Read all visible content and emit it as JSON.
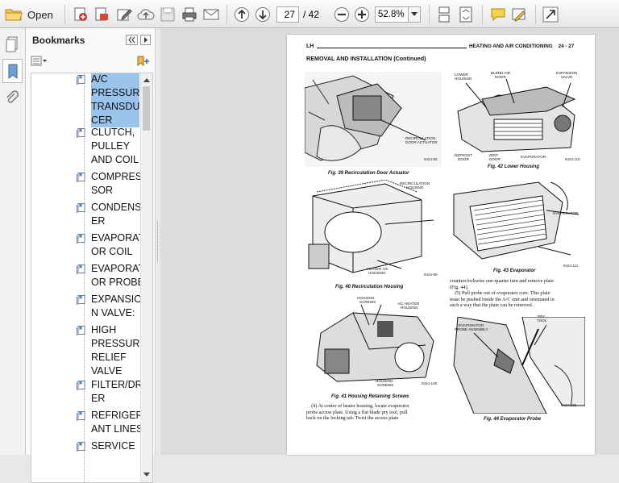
{
  "toolbar": {
    "open_label": "Open",
    "page_current": "27",
    "page_total": "/ 42",
    "zoom_value": "52.8%"
  },
  "bookmarks": {
    "title": "Bookmarks",
    "items": [
      {
        "label": "A/C PRESSURE TRANSDUCER",
        "lines": [
          "A/C",
          "PRESSURE",
          "TRANSDU",
          "CER"
        ],
        "selected": true
      },
      {
        "label": "CLUTCH, PULLEY AND COIL",
        "lines": [
          "CLUTCH,",
          "PULLEY",
          "AND COIL"
        ]
      },
      {
        "label": "COMPRESSOR",
        "lines": [
          "COMPRES",
          "SOR"
        ]
      },
      {
        "label": "CONDENSER",
        "lines": [
          "CONDENS",
          "ER"
        ]
      },
      {
        "label": "EVAPORATOR COIL",
        "lines": [
          "EVAPORAT",
          "OR COIL"
        ]
      },
      {
        "label": "EVAPORATOR PROBE",
        "lines": [
          "EVAPORAT",
          "OR PROBE"
        ]
      },
      {
        "label": "EXPANSION VALVE:",
        "lines": [
          "EXPANSIO",
          "N VALVE:"
        ]
      },
      {
        "label": "HIGH PRESSURE RELIEF VALVE",
        "lines": [
          "HIGH",
          "PRESSURE",
          "RELIEF",
          "VALVE"
        ]
      },
      {
        "label": "FILTER/DRIER",
        "lines": [
          "FILTER/DRI",
          "ER"
        ]
      },
      {
        "label": "REFRIGERANT LINES",
        "lines": [
          "REFRIGER",
          "ANT LINES"
        ]
      },
      {
        "label": "SERVICE",
        "lines": [
          "SERVICE"
        ]
      }
    ]
  },
  "document": {
    "header_left": "LH",
    "header_right": "HEATING AND AIR CONDITIONING    24 - 27",
    "section_title": "REMOVAL AND INSTALLATION (Continued)",
    "figures": {
      "fig39": {
        "caption": "Fig. 39 Recirculation Door Actuator",
        "labels": [
          "RECIRCULATION",
          "DOOR ACTUATOR"
        ],
        "number": "9424-93"
      },
      "fig40": {
        "caption": "Fig. 40 Recirculation Housing",
        "labels": [
          "RECIRCULATION",
          "HOUSING",
          "HEATER A/C",
          "HOUSING"
        ],
        "number": "9424-99"
      },
      "fig41": {
        "caption": "Fig. 41 Housing Retaining Screws",
        "labels": [
          "HOUSING",
          "SCREWS",
          "A/C HEATER",
          "HOUSING",
          "HOUSING",
          "SCREWS"
        ],
        "number": "9424-109"
      },
      "fig42": {
        "caption": "Fig. 42 Lower Housing",
        "labels": [
          "LOWER",
          "HOUSING",
          "BLEND AIR",
          "DOOR",
          "EXPANSION",
          "VALVE",
          "DEFROST",
          "DOOR",
          "VENT",
          "DOOR",
          "EVAPORATOR"
        ],
        "number": "9424-110"
      },
      "fig43": {
        "caption": "Fig. 43 Evaporator",
        "labels": [
          "EVAPORATOR"
        ],
        "number": "9424-111"
      },
      "fig44": {
        "caption": "Fig. 44 Evaporator Probe",
        "labels": [
          "EVAPORATOR",
          "PROBE ASSEMBLY",
          "PRY",
          "TOOL"
        ],
        "number": "9424-105"
      }
    },
    "text_right": [
      "counterclockwise one-quarter turn and remove plate",
      "(Fig. 44).",
      "    (5) Pull probe out of evaporator core. This plate",
      "must be pushed inside the A/C unit and orientated in",
      "such a way that the plate can be removed."
    ],
    "text_left": [
      "    (4) At center of heater housing, locate evaporator",
      "probe access plate. Using a flat blade pry tool, pull",
      "back on the locking tab. Twist the access plate"
    ]
  }
}
